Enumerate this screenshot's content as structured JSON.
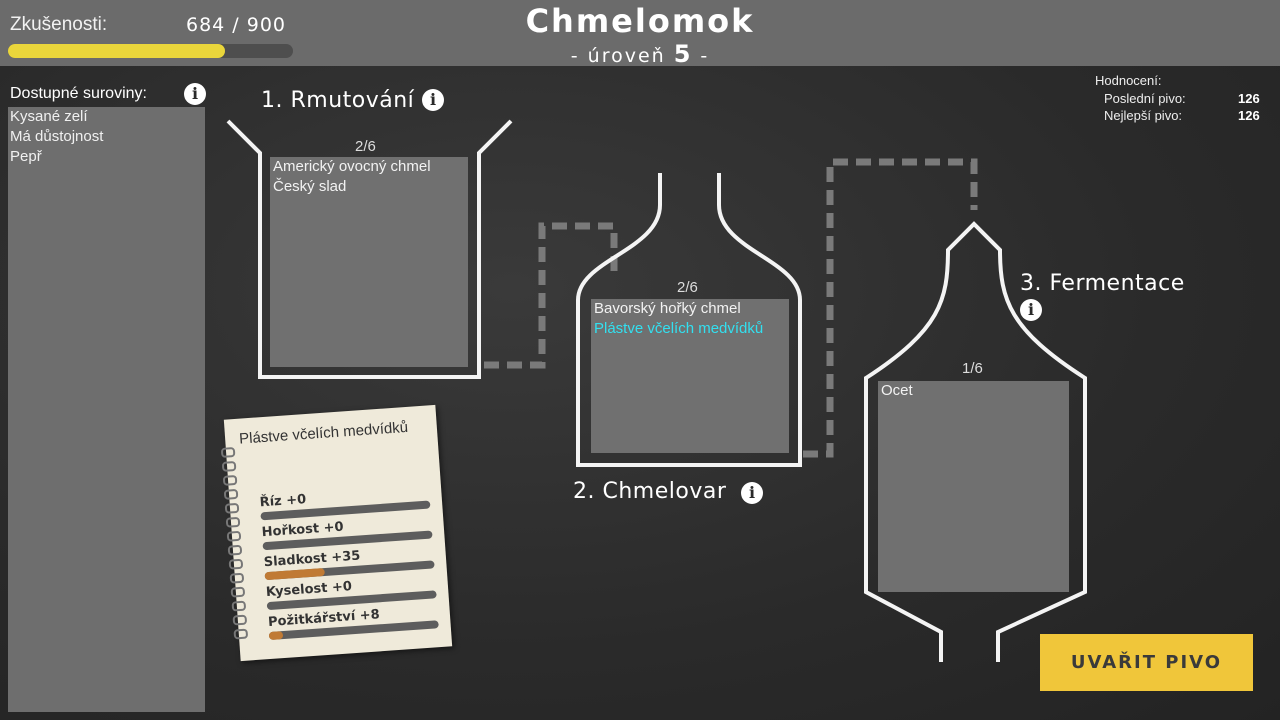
{
  "header": {
    "xp_label": "Zkušenosti:",
    "xp_value": "684 / 900",
    "xp_fraction": 0.76,
    "title": "Chmelomok",
    "level_prefix": "- úroveň",
    "level_number": "5",
    "level_suffix": "-"
  },
  "ingredients": {
    "label": "Dostupné suroviny:",
    "items": [
      "Kysané zelí",
      "Má důstojnost",
      "Pepř"
    ]
  },
  "stages": {
    "mash": {
      "label": "1. Rmutování",
      "count": "2/6",
      "items": [
        "Americký ovocný chmel",
        "Český slad"
      ]
    },
    "boil": {
      "label": "2. Chmelovar",
      "count": "2/6",
      "items": [
        "Bavorský hořký chmel",
        "Plástve včelích medvídků"
      ]
    },
    "ferment": {
      "label": "3. Fermentace",
      "count": "1/6",
      "items": [
        "Ocet"
      ]
    }
  },
  "score": {
    "label": "Hodnocení:",
    "last_label": "Poslední pivo:",
    "last_value": "126",
    "best_label": "Nejlepší pivo:",
    "best_value": "126"
  },
  "brew_button": "UVAŘIT PIVO",
  "notepad": {
    "title": "Plástve včelích medvídků",
    "stats": [
      {
        "label": "Říz +0",
        "fraction": 0.0
      },
      {
        "label": "Hořkost +0",
        "fraction": 0.0
      },
      {
        "label": "Sladkost +35",
        "fraction": 0.35
      },
      {
        "label": "Kyselost +0",
        "fraction": 0.0
      },
      {
        "label": "Požitkářství +8",
        "fraction": 0.08
      }
    ]
  },
  "colors": {
    "xp_bar": "#ead63b",
    "highlight_text": "#32e0f0",
    "button": "#f0c63a",
    "stat_bar": "#c07a34"
  },
  "icons": [
    "info-icon"
  ]
}
